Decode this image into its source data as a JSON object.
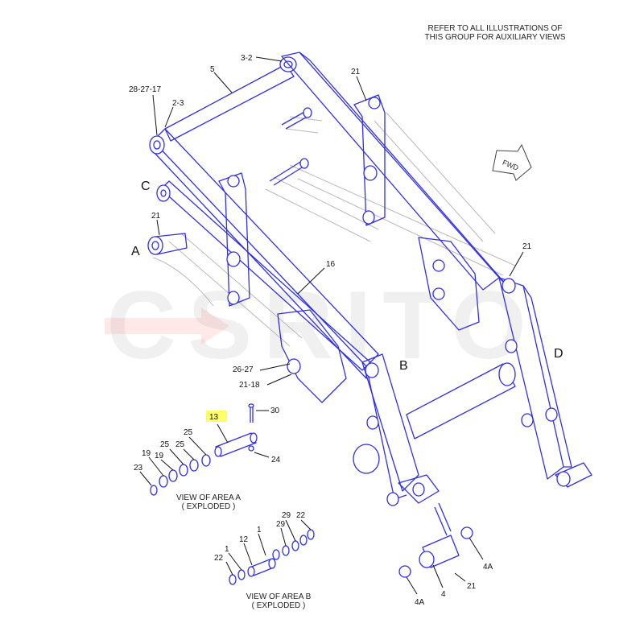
{
  "note": {
    "line1": "REFER TO ALL ILLUSTRATIONS OF",
    "line2": "THIS GROUP FOR AUXILIARY VIEWS"
  },
  "watermark": "CSRITO",
  "highlight_color": "#ffff66",
  "line_color": "#3030e0",
  "fwd_label": "FWD",
  "callouts": {
    "c_3_2": "3-2",
    "c_5": "5",
    "c_28_27_17": "28-27-17",
    "c_2_3": "2-3",
    "c_21_top": "21",
    "c_C": "C",
    "c_21_left": "21",
    "c_A": "A",
    "c_16": "16",
    "c_21_right": "21",
    "c_D": "D",
    "c_26_27": "26-27",
    "c_21_18": "21-18",
    "c_B": "B",
    "c_13": "13",
    "c_30": "30",
    "c_24": "24",
    "c_25a": "25",
    "c_25b": "25",
    "c_25c": "25",
    "c_19a": "19",
    "c_19b": "19",
    "c_23": "23",
    "c_29a": "29",
    "c_22a": "22",
    "c_1a": "1",
    "c_29b": "29",
    "c_12": "12",
    "c_22b": "22",
    "c_1b": "1",
    "c_4A_a": "4A",
    "c_4A_b": "4A",
    "c_4": "4",
    "c_21_bottom": "21"
  },
  "captions": {
    "area_a_1": "VIEW OF AREA A",
    "area_a_2": "( EXPLODED )",
    "area_b_1": "VIEW OF AREA B",
    "area_b_2": "( EXPLODED )"
  }
}
